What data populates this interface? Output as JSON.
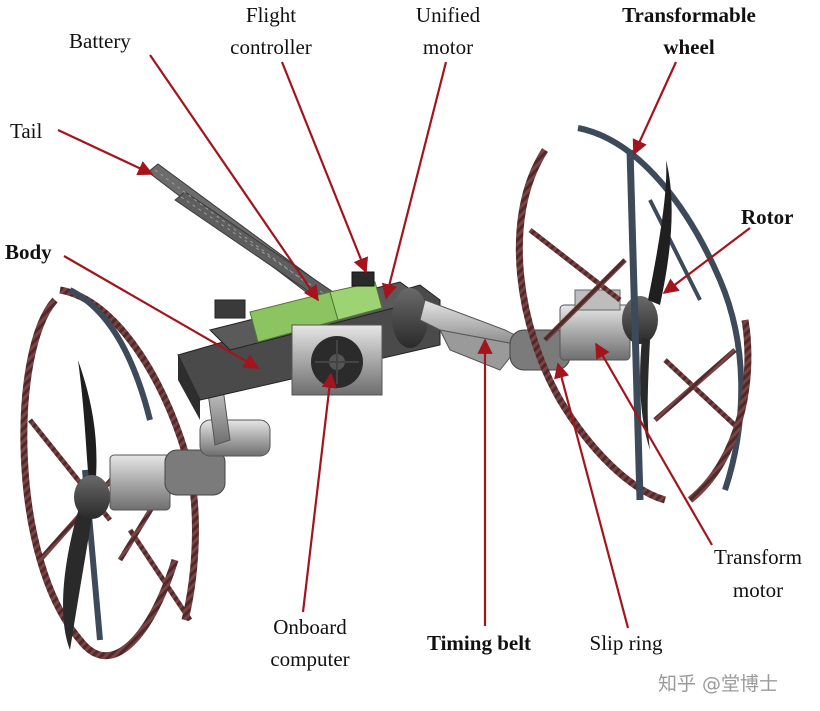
{
  "labels": {
    "battery": "Battery",
    "flight_controller_1": "Flight",
    "flight_controller_2": "controller",
    "unified_motor_1": "Unified",
    "unified_motor_2": "motor",
    "transformable_wheel_1": "Transformable",
    "transformable_wheel_2": "wheel",
    "tail": "Tail",
    "rotor": "Rotor",
    "body": "Body",
    "transform_motor_1": "Transform",
    "transform_motor_2": "motor",
    "onboard_computer_1": "Onboard",
    "onboard_computer_2": "computer",
    "timing_belt": "Timing belt",
    "slip_ring": "Slip ring"
  },
  "watermark": "知乎 @堂博士",
  "colors": {
    "arrow": "#a3141c",
    "carbon": "#6b3a3a",
    "frame": "#3d4a5a",
    "battery_green": "#8cc462"
  }
}
